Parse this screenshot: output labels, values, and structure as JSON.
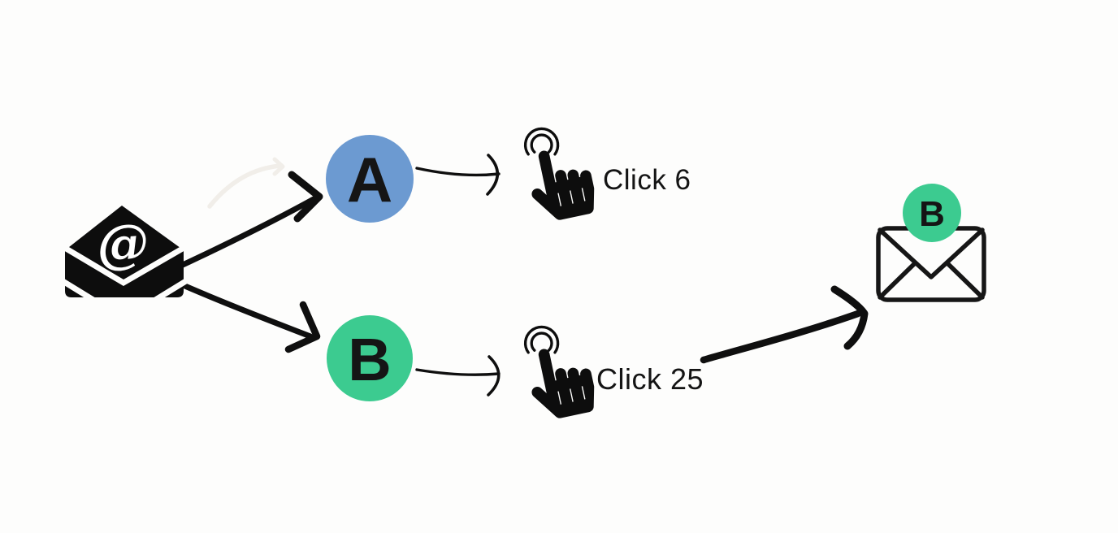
{
  "diagram": {
    "source": {
      "icon": "email-at-icon",
      "symbol": "@"
    },
    "variants": [
      {
        "label": "A",
        "color": "#6C9AD1",
        "result_label": "Click 6",
        "result_icon": "tap-click-icon"
      },
      {
        "label": "B",
        "color": "#3CCB90",
        "result_label": "Click 25",
        "result_icon": "tap-click-icon"
      }
    ],
    "winner": {
      "icon": "envelope-outline-icon",
      "badge_label": "B",
      "badge_color": "#3CCB90"
    }
  },
  "colors": {
    "variant_a_blue": "#6C9AD1",
    "variant_b_green": "#3CCB90",
    "ink": "#111111",
    "background": "#FDFDFC",
    "ghost_arrow": "#F1EEE9"
  }
}
